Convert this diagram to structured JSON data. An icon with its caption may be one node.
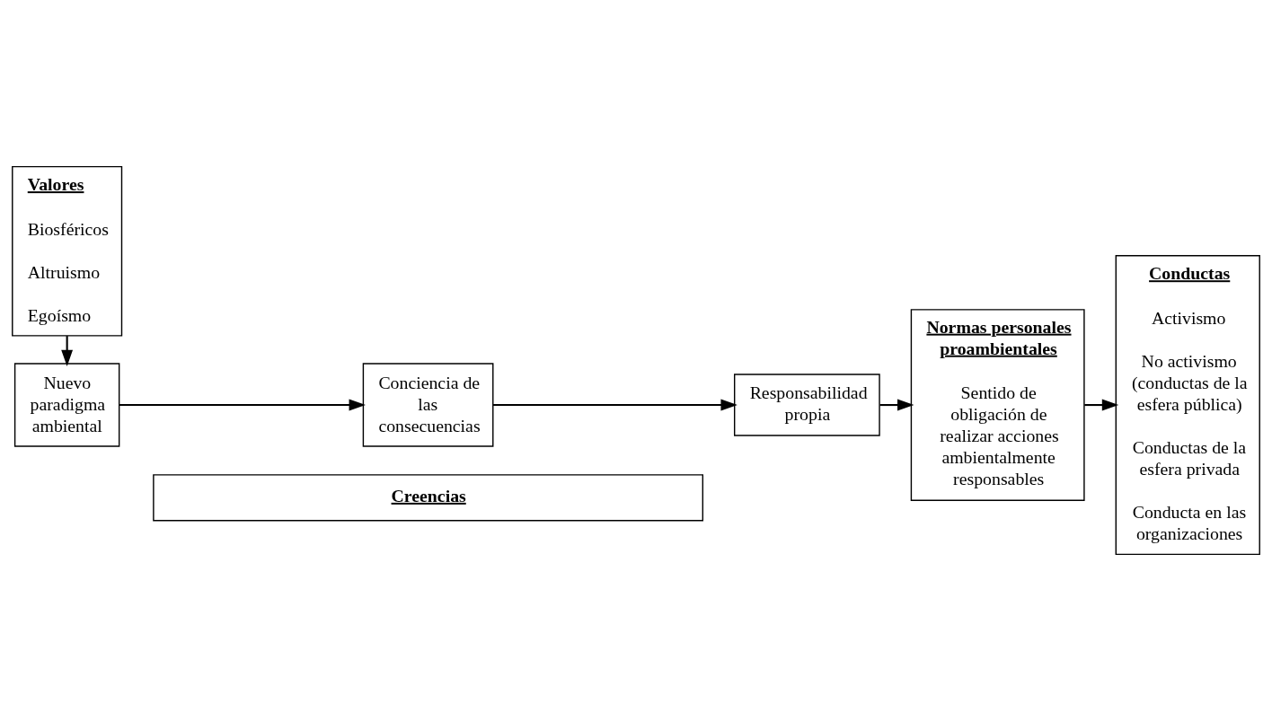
{
  "diagram": {
    "nodes": [
      {
        "text": [
          "Valores",
          "Biosféricos",
          "Altruismo",
          "Egoísmo"
        ]
      },
      {
        "text": [
          "Nuevo paradigma ambiental"
        ]
      },
      {
        "text": [
          "Conciencia de las consecuencias"
        ]
      },
      {
        "text": [
          "Responsabilidad propia"
        ]
      },
      {
        "text": [
          "Creencias"
        ]
      },
      {
        "text": [
          "Normas personales proambientales",
          "Sentido de obligación de realizar acciones ambientalmente responsables"
        ]
      },
      {
        "text": [
          "Conductas",
          "Activismo",
          "No activismo (conductas de la esfera pública)",
          "Conductas de la esfera privada",
          "Conducta en las organizaciones"
        ]
      }
    ],
    "edges": [
      {
        "from": 0,
        "to": 1,
        "arrow": "to"
      },
      {
        "from": 1,
        "to": 2,
        "arrow": "to"
      },
      {
        "from": 2,
        "to": 3,
        "arrow": "to"
      },
      {
        "from": 3,
        "to": 5,
        "arrow": "to"
      },
      {
        "from": 5,
        "to": 6,
        "arrow": "to"
      }
    ]
  }
}
